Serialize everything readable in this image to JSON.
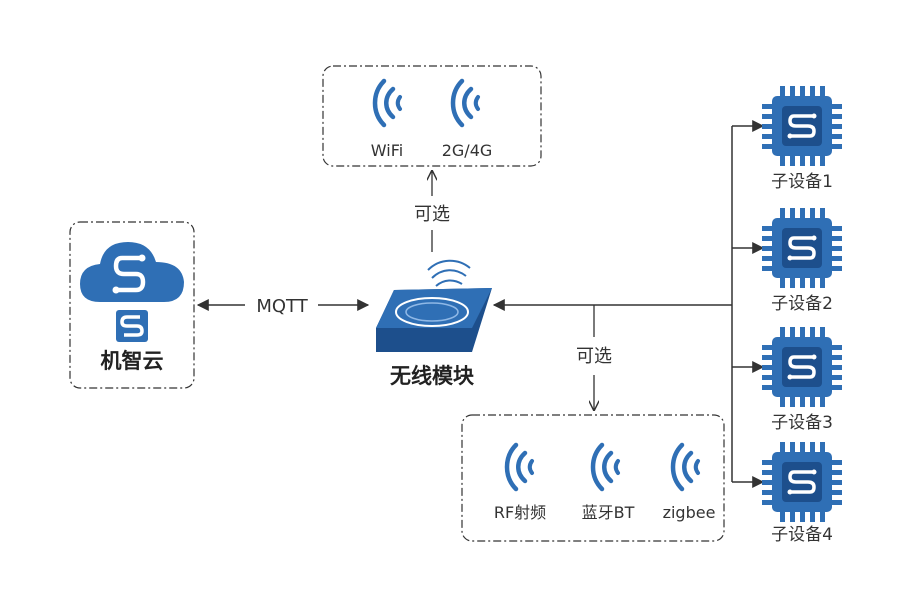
{
  "cloud": {
    "label": "机智云"
  },
  "module": {
    "label": "无线模块"
  },
  "links": {
    "mqtt": "MQTT",
    "optional_top": "可选",
    "optional_bottom": "可选"
  },
  "top_options": [
    {
      "label": "WiFi"
    },
    {
      "label": "2G/4G"
    }
  ],
  "bottom_options": [
    {
      "label": "RF射频"
    },
    {
      "label": "蓝牙BT"
    },
    {
      "label": "zigbee"
    }
  ],
  "sub_devices": [
    {
      "label": "子设备1"
    },
    {
      "label": "子设备2"
    },
    {
      "label": "子设备3"
    },
    {
      "label": "子设备4"
    }
  ],
  "colors": {
    "brand_blue": "#2f6fb5",
    "dark_blue": "#1d4f8c",
    "line": "#333333"
  }
}
